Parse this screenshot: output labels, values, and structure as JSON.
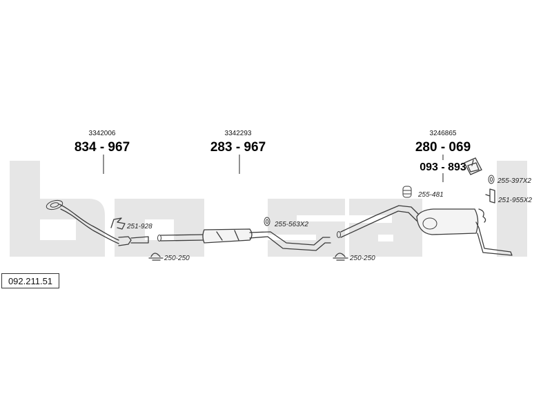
{
  "document_number": "092.211.51",
  "watermark_text": "bosal",
  "main_parts": [
    {
      "ref": "3342006",
      "part": "834 - 967"
    },
    {
      "ref": "3342293",
      "part": "283 - 967"
    },
    {
      "ref": "3246865",
      "part": "280 - 069"
    }
  ],
  "secondary_part": "093 - 893",
  "small_parts": [
    "251-928",
    "250-250",
    "255-563X2",
    "250-250",
    "255-481",
    "255-397X2",
    "251-955X2"
  ]
}
